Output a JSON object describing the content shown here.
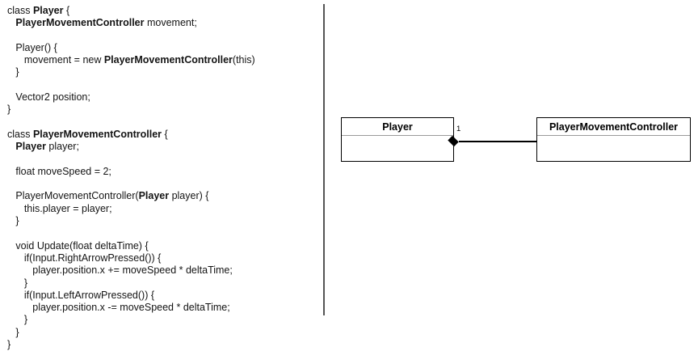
{
  "panels": {
    "code": {
      "title": "pseudo-code listing",
      "lines": [
        [
          {
            "t": "class ",
            "b": false
          },
          {
            "t": "Player",
            "b": true
          },
          {
            "t": " {",
            "b": false
          }
        ],
        [
          {
            "t": "   ",
            "b": false
          },
          {
            "t": "PlayerMovementController",
            "b": true
          },
          {
            "t": " movement;",
            "b": false
          }
        ],
        [],
        [
          {
            "t": "   Player() {",
            "b": false
          }
        ],
        [
          {
            "t": "      movement = new ",
            "b": false
          },
          {
            "t": "PlayerMovementController",
            "b": true
          },
          {
            "t": "(this)",
            "b": false
          }
        ],
        [
          {
            "t": "   }",
            "b": false
          }
        ],
        [],
        [
          {
            "t": "   Vector2 position;",
            "b": false
          }
        ],
        [
          {
            "t": "}",
            "b": false
          }
        ],
        [],
        [
          {
            "t": "class ",
            "b": false
          },
          {
            "t": "PlayerMovementController",
            "b": true
          },
          {
            "t": " {",
            "b": false
          }
        ],
        [
          {
            "t": "   ",
            "b": false
          },
          {
            "t": "Player",
            "b": true
          },
          {
            "t": " player;",
            "b": false
          }
        ],
        [],
        [
          {
            "t": "   float moveSpeed = 2;",
            "b": false
          }
        ],
        [],
        [
          {
            "t": "   PlayerMovementController(",
            "b": false
          },
          {
            "t": "Player",
            "b": true
          },
          {
            "t": " player) {",
            "b": false
          }
        ],
        [
          {
            "t": "      this.player = player;",
            "b": false
          }
        ],
        [
          {
            "t": "   }",
            "b": false
          }
        ],
        [],
        [
          {
            "t": "   void Update(float deltaTime) {",
            "b": false
          }
        ],
        [
          {
            "t": "      if(Input.RightArrowPressed()) {",
            "b": false
          }
        ],
        [
          {
            "t": "         player.position.x += moveSpeed * deltaTime;",
            "b": false
          }
        ],
        [
          {
            "t": "      }",
            "b": false
          }
        ],
        [
          {
            "t": "      if(Input.LeftArrowPressed()) {",
            "b": false
          }
        ],
        [
          {
            "t": "         player.position.x -= moveSpeed * deltaTime;",
            "b": false
          }
        ],
        [
          {
            "t": "      }",
            "b": false
          }
        ],
        [
          {
            "t": "   }",
            "b": false
          }
        ],
        [
          {
            "t": "}",
            "b": false
          }
        ]
      ]
    },
    "uml": {
      "title": "UML class diagram",
      "classes": [
        {
          "name": "Player",
          "attributes": [],
          "operations": []
        },
        {
          "name": "PlayerMovementController",
          "attributes": [],
          "operations": []
        }
      ],
      "relationship": {
        "type": "composition",
        "source": "Player",
        "target": "PlayerMovementController",
        "source_multiplicity": "1",
        "target_multiplicity": "",
        "diamond": "filled"
      }
    }
  },
  "colors": {
    "background": "#ffffff",
    "text": "#141414",
    "border": "#000000",
    "compartment_divider": "#9a9a9a",
    "panel_divider": "#555555"
  }
}
